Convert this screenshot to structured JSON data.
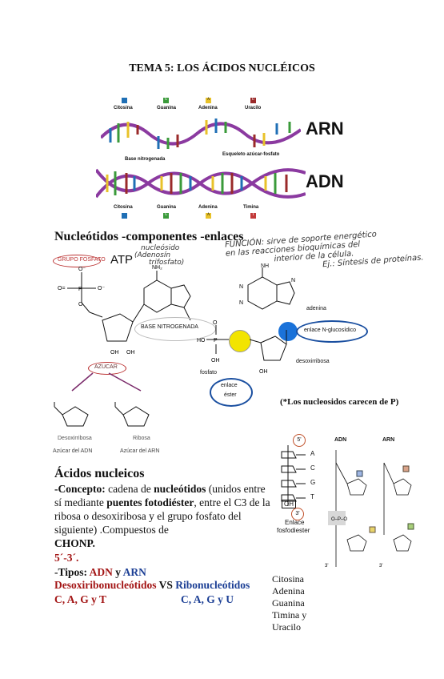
{
  "title": "TEMA 5: LOS ÁCIDOS NUCLÉICOS",
  "helix": {
    "top_labels": [
      "Citosina",
      "Guanina",
      "Adenina",
      "Uracilo"
    ],
    "top_swatch_letters": [
      "",
      "G",
      "A",
      "U"
    ],
    "mid_labels": [
      "Base nitrogenada",
      "Esqueleto azúcar-fosfato"
    ],
    "bottom_labels": [
      "Citosina",
      "Guanina",
      "Adenina",
      "Timina"
    ],
    "bottom_swatch_letters": [
      "",
      "G",
      "A",
      "T"
    ],
    "arn": "ARN",
    "adn": "ADN",
    "colors": {
      "citosina": "#1f6fb5",
      "guanina": "#3a9a3a",
      "adenina": "#e8c22a",
      "uracilo": "#9a2a2a",
      "backbone": "#8b3aa0"
    }
  },
  "section1": {
    "heading": "Nucleótidos -componentes -enlaces",
    "grupo_fosfato": "GRUPO FOSFATO",
    "atp": "ATP",
    "atp_note_1": "nucleósido",
    "atp_note_2": "(Adenosín",
    "atp_note_3": "trifosfato)",
    "funcion_1": "FUNCIÓN: sirve de soporte energético",
    "funcion_2": "en las reacciones bioquímicas del",
    "funcion_3": "interior de la célula.",
    "funcion_4": "Ej.: Síntesis de proteínas.",
    "base_nitrogenada": "BASE NITROGENADA",
    "azucar": "AZUCAR",
    "desoxirribosa": "Desoxirribosa",
    "ribosa": "Ribosa",
    "azucar_adn": "Azúcar del ADN",
    "azucar_arn": "Azúcar del ARN",
    "nh2": "NH",
    "adenina": "adenina",
    "enlace_n": "enlace N-glucosídico",
    "desoxirribosa_r": "desoxirribosa",
    "fosfato": "fosfato",
    "enlace_ester_1": "enlace",
    "enlace_ester_2": "éster",
    "nota": "(*Los nucleosidos carecen de P)"
  },
  "section2": {
    "heading": "Ácidos nucleicos",
    "concepto_label": "-Concepto:",
    "concepto_text_1": " cadena de ",
    "concepto_bold_1": "nucleótidos",
    "concepto_text_2": " (unidos entre sí mediante ",
    "concepto_bold_2": "puentes fotodiéster",
    "concepto_text_3": ", entre el C3 de la ribosa o desoxiribosa y el grupo fosfato del siguiente) .Compuestos de",
    "chonp": "CHONP.",
    "direction": "5´-3´.",
    "tipos_label": "-Tipos: ",
    "tipos_adn": "ADN",
    "tipos_y": " y ",
    "tipos_arn": "ARN",
    "desoxi": "Desoxiribonucleótidos",
    "vs": " VS ",
    "ribo": "Ribonucleótidos",
    "bases_adn": "C, A, G y T",
    "bases_arn": "C, A, G y U",
    "list": [
      "Citosina",
      "Adenina",
      "Guanina",
      "Timina y",
      "Uracilo"
    ]
  },
  "diagram": {
    "adn": "ADN",
    "arn": "ARN",
    "strand_letters": [
      "A",
      "C",
      "G",
      "T"
    ],
    "enlace_1": "Enlace",
    "enlace_2": "fosfodiester",
    "five": "5'",
    "three": "3'",
    "oh": "OH"
  }
}
